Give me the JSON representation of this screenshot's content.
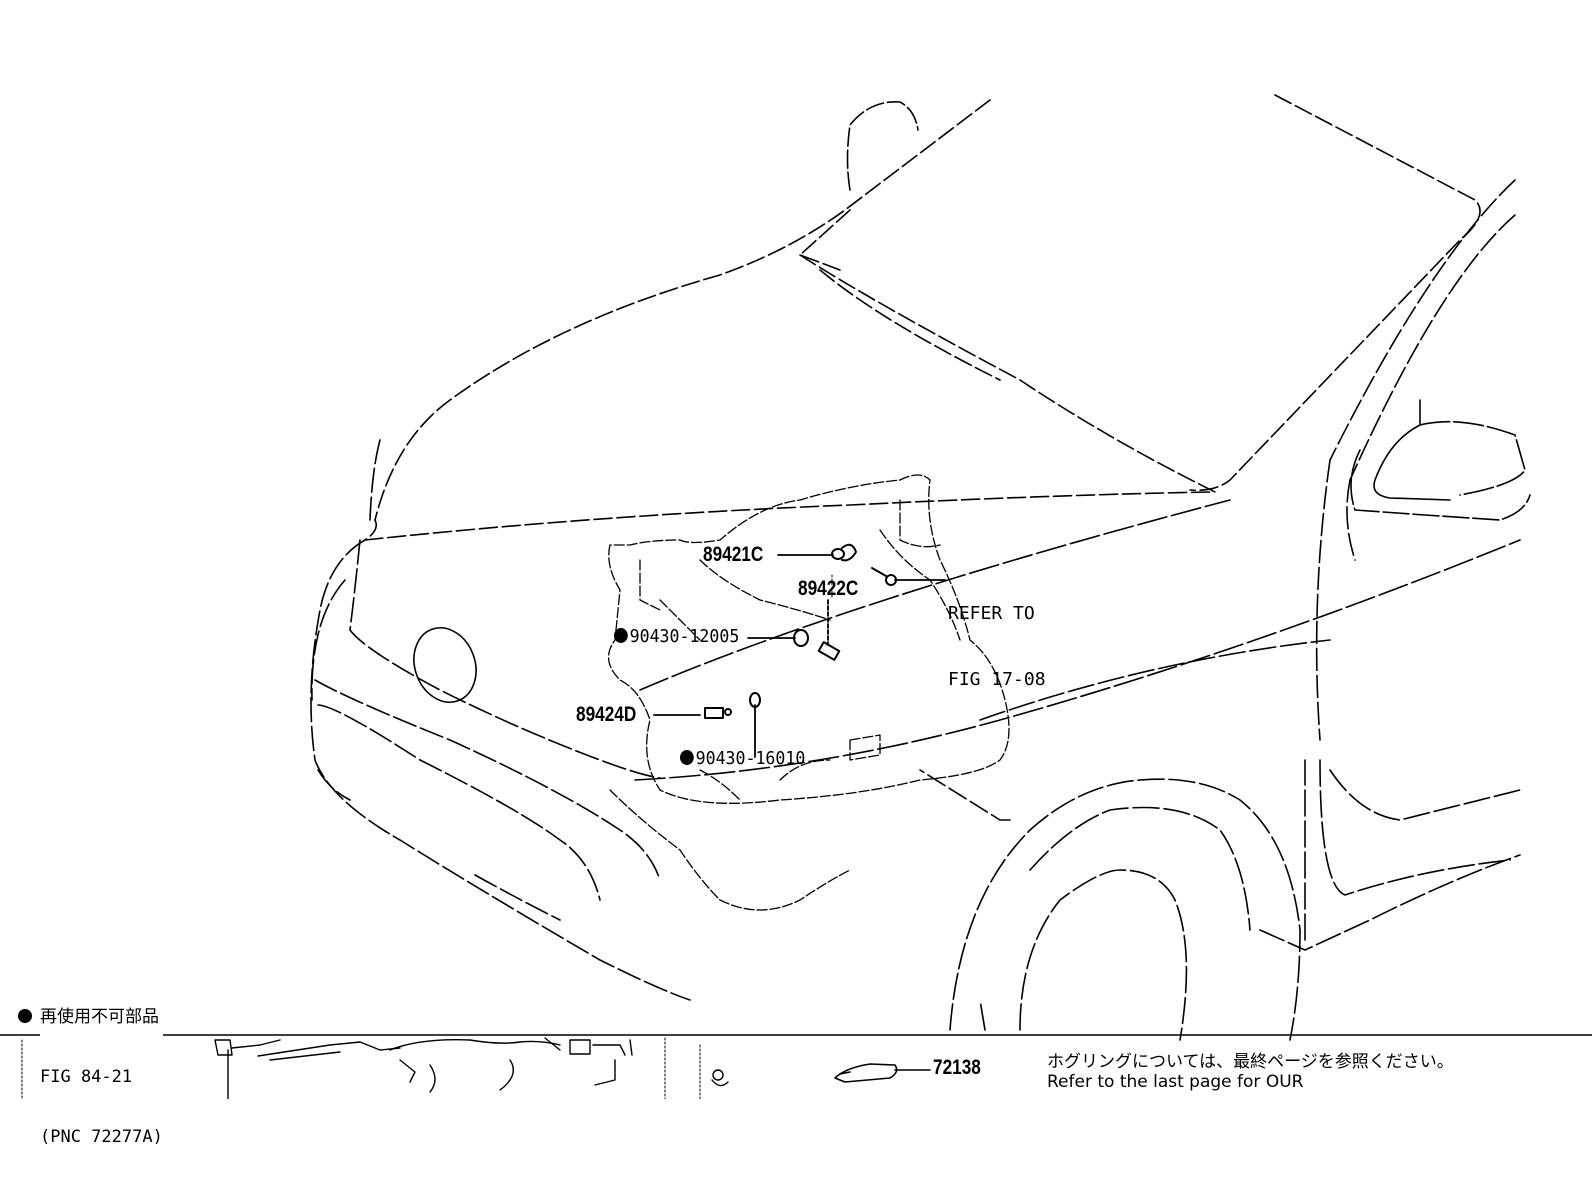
{
  "diagram": {
    "type": "parts-illustration",
    "subject": "Vehicle front, engine compartment sensor locations",
    "callouts": [
      {
        "id": "89421C",
        "label": "89421C",
        "non_reusable": false
      },
      {
        "id": "89422C",
        "label": "89422C",
        "non_reusable": false
      },
      {
        "id": "90430-12005",
        "label": "90430-12005",
        "non_reusable": true
      },
      {
        "id": "89424D",
        "label": "89424D",
        "non_reusable": false
      },
      {
        "id": "90430-16010",
        "label": "90430-16010",
        "non_reusable": true
      }
    ],
    "reference": {
      "line1": "REFER TO",
      "line2": "FIG 17-08"
    }
  },
  "legend": {
    "non_reusable_symbol": "●",
    "non_reusable_text": "再使用不可部品"
  },
  "next_panel": {
    "fig_ref_line1": "FIG 84-21",
    "fig_ref_line2": "(PNC 72277A)",
    "part_72138": "72138",
    "qr_note_jp": "ホグリングについては、最終ページを参照ください。",
    "qr_note_en": "Refer to the last page for OUR"
  }
}
